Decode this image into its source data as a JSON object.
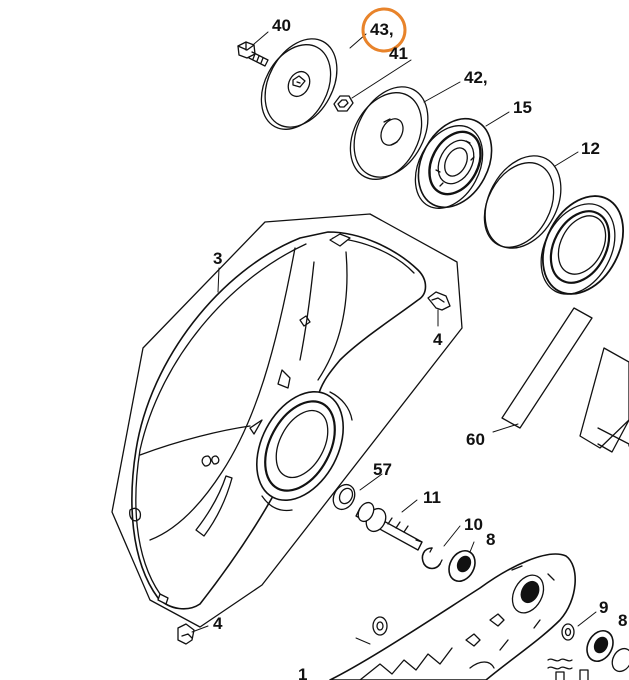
{
  "callouts": {
    "c40": "40",
    "c43": "43,",
    "c41": "41",
    "c42": "42,",
    "c15": "15",
    "c12": "12",
    "c3": "3",
    "c4a": "4",
    "c60": "60",
    "c57": "57",
    "c11": "11",
    "c10": "10",
    "c8a": "8",
    "c4b": "4",
    "c9": "9",
    "c8b": "8",
    "c1": "1"
  },
  "highlight": {
    "callout": "43,",
    "color": "#e8832a"
  }
}
